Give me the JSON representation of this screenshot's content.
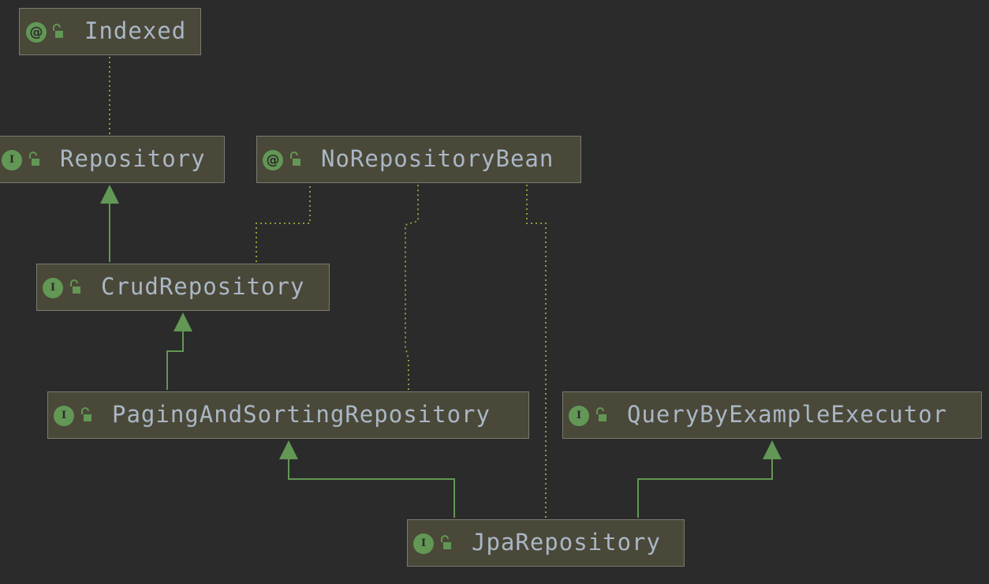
{
  "diagram": {
    "nodes": [
      {
        "id": "indexed",
        "name": "Indexed",
        "kind": "annotation",
        "icon": "annotation-icon",
        "glyph": "@"
      },
      {
        "id": "repository",
        "name": "Repository",
        "kind": "interface",
        "icon": "interface-icon",
        "glyph": "I"
      },
      {
        "id": "norepositorybean",
        "name": "NoRepositoryBean",
        "kind": "annotation",
        "icon": "annotation-icon",
        "glyph": "@"
      },
      {
        "id": "crudrepository",
        "name": "CrudRepository",
        "kind": "interface",
        "icon": "interface-icon",
        "glyph": "I"
      },
      {
        "id": "pagingandsortingrepository",
        "name": "PagingAndSortingRepository",
        "kind": "interface",
        "icon": "interface-icon",
        "glyph": "I"
      },
      {
        "id": "querybyexampleexecutor",
        "name": "QueryByExampleExecutor",
        "kind": "interface",
        "icon": "interface-icon",
        "glyph": "I"
      },
      {
        "id": "jparepository",
        "name": "JpaRepository",
        "kind": "interface",
        "icon": "interface-icon",
        "glyph": "I"
      }
    ],
    "edges": [
      {
        "from": "repository",
        "to": "indexed",
        "type": "annotated-by"
      },
      {
        "from": "crudrepository",
        "to": "repository",
        "type": "extends"
      },
      {
        "from": "crudrepository",
        "to": "norepositorybean",
        "type": "annotated-by"
      },
      {
        "from": "pagingandsortingrepository",
        "to": "crudrepository",
        "type": "extends"
      },
      {
        "from": "pagingandsortingrepository",
        "to": "norepositorybean",
        "type": "annotated-by"
      },
      {
        "from": "jparepository",
        "to": "pagingandsortingrepository",
        "type": "extends"
      },
      {
        "from": "jparepository",
        "to": "querybyexampleexecutor",
        "type": "extends"
      },
      {
        "from": "jparepository",
        "to": "norepositorybean",
        "type": "annotated-by"
      }
    ],
    "colors": {
      "background": "#2b2b2b",
      "node_fill": "#4a4838",
      "node_border": "#7a7a72",
      "label": "#a9b7c6",
      "icon": "#629755",
      "extends_edge": "#629755",
      "annotation_edge": "#8c9e3c"
    }
  }
}
